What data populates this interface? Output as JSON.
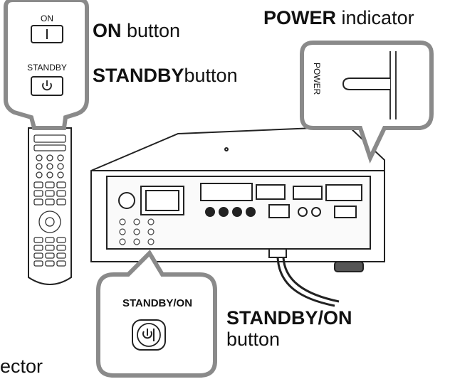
{
  "remote": {
    "on_label": "ON",
    "standby_label": "STANDBY"
  },
  "projector_panel": {
    "power_label": "POWER",
    "standby_on_label": "STANDBY/ON"
  },
  "callouts": {
    "on_button": {
      "bold": "ON",
      "rest": " button"
    },
    "standby_button": {
      "bold": "STANDBY",
      "rest": "button"
    },
    "power_indicator": {
      "bold": "POWER",
      "rest": " indicator"
    },
    "standby_on_button": {
      "line1": "STANDBY/ON",
      "line2": "button"
    },
    "cut_off": "ector"
  },
  "colors": {
    "frame": "#8a8a8a",
    "line": "#222222",
    "panel_fill": "#ffffff"
  }
}
